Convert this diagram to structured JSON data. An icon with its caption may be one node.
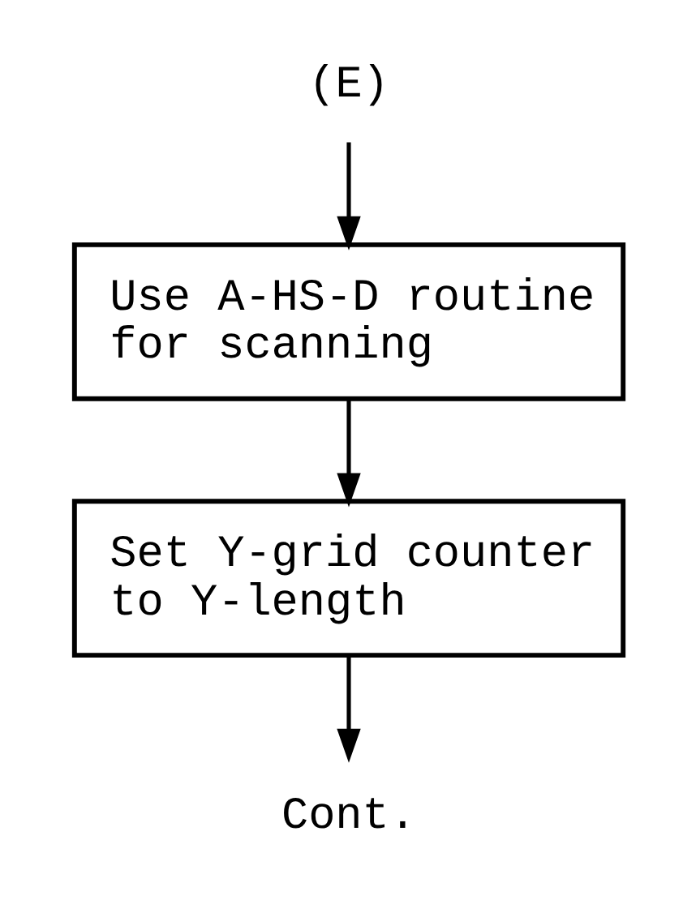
{
  "diagram": {
    "nodes": [
      {
        "text": [
          "(E)"
        ]
      },
      {
        "text": [
          "Use A-HS-D routine for scanning"
        ]
      },
      {
        "text": [
          "Set Y-grid counter to Y-length"
        ]
      },
      {
        "text": [
          "Cont."
        ]
      }
    ],
    "edges": [
      {
        "from": 0,
        "to": 1,
        "arrow": "to"
      },
      {
        "from": 1,
        "to": 2,
        "arrow": "to"
      },
      {
        "from": 2,
        "to": 3,
        "arrow": "to"
      }
    ]
  }
}
